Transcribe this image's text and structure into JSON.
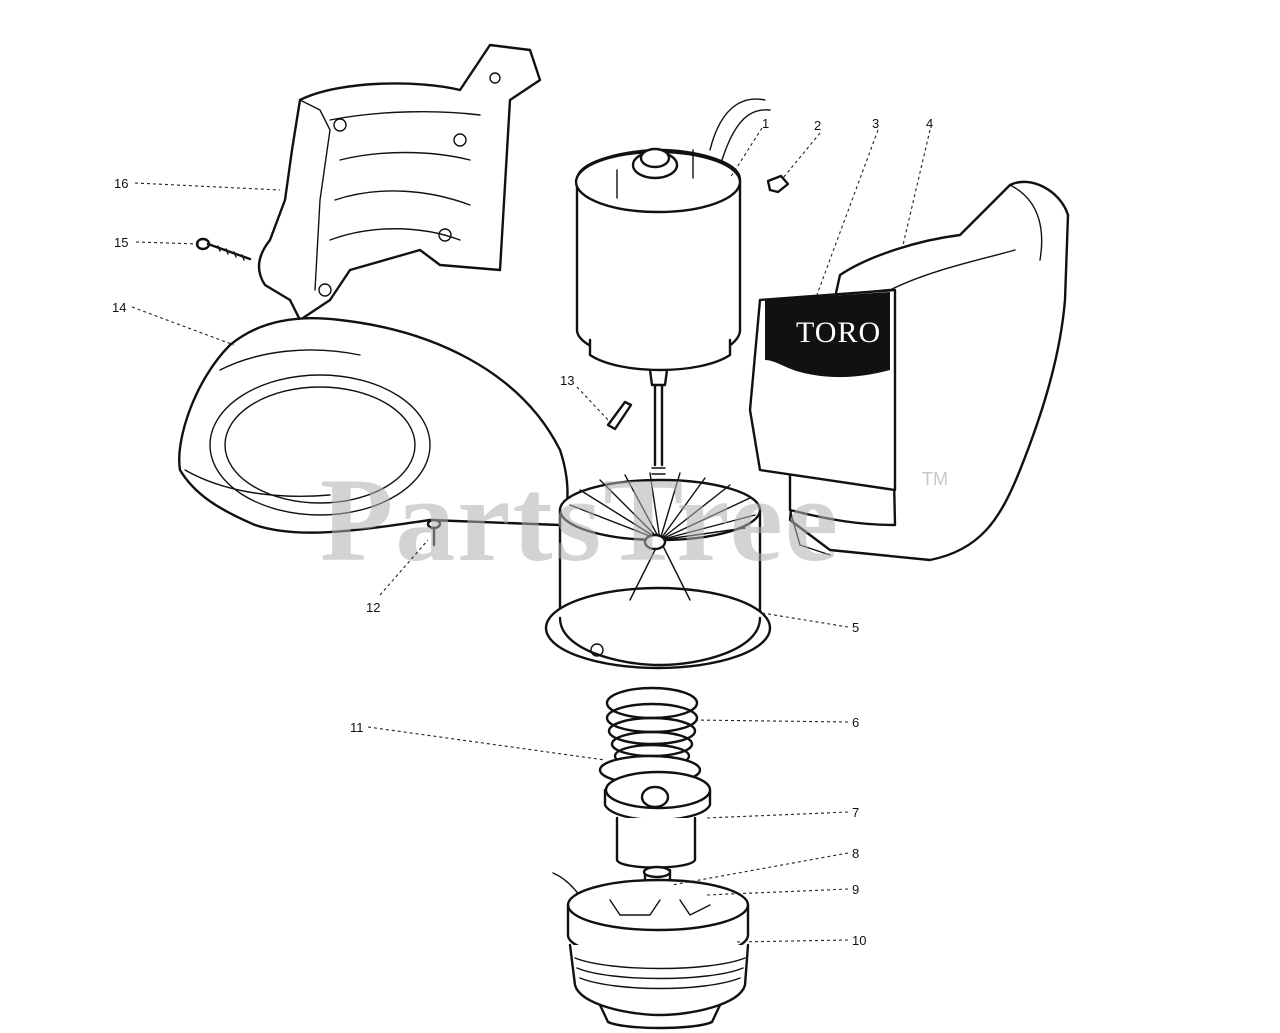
{
  "watermark": {
    "text": "PartsTree",
    "trademark": "TM"
  },
  "brand_label": "TORO",
  "callouts": [
    {
      "id": "1",
      "label": "1"
    },
    {
      "id": "2",
      "label": "2"
    },
    {
      "id": "3",
      "label": "3"
    },
    {
      "id": "4",
      "label": "4"
    },
    {
      "id": "5",
      "label": "5"
    },
    {
      "id": "6",
      "label": "6"
    },
    {
      "id": "7",
      "label": "7"
    },
    {
      "id": "8",
      "label": "8"
    },
    {
      "id": "9",
      "label": "9"
    },
    {
      "id": "10",
      "label": "10"
    },
    {
      "id": "11",
      "label": "11"
    },
    {
      "id": "12",
      "label": "12"
    },
    {
      "id": "13",
      "label": "13"
    },
    {
      "id": "14",
      "label": "14"
    },
    {
      "id": "15",
      "label": "15"
    },
    {
      "id": "16",
      "label": "16"
    }
  ]
}
